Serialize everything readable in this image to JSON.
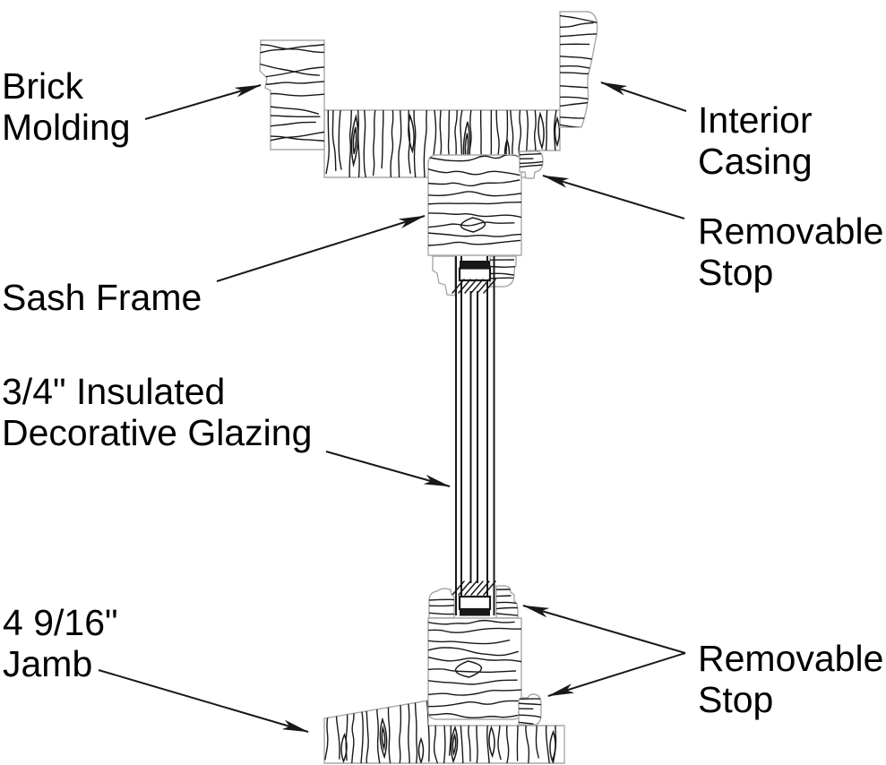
{
  "labels": {
    "brick_molding": "Brick\nMolding",
    "sash_frame": "Sash Frame",
    "insulated_glazing": "3/4\" Insulated\nDecorative Glazing",
    "jamb": "4 9/16\"\nJamb",
    "interior_casing": "Interior\nCasing",
    "removable_stop_top": "Removable\nStop",
    "removable_stop_bottom": "Removable\nStop"
  },
  "colors": {
    "line": "#181818",
    "outline": "#a8a8a8",
    "text": "#000000",
    "background": "#ffffff"
  }
}
